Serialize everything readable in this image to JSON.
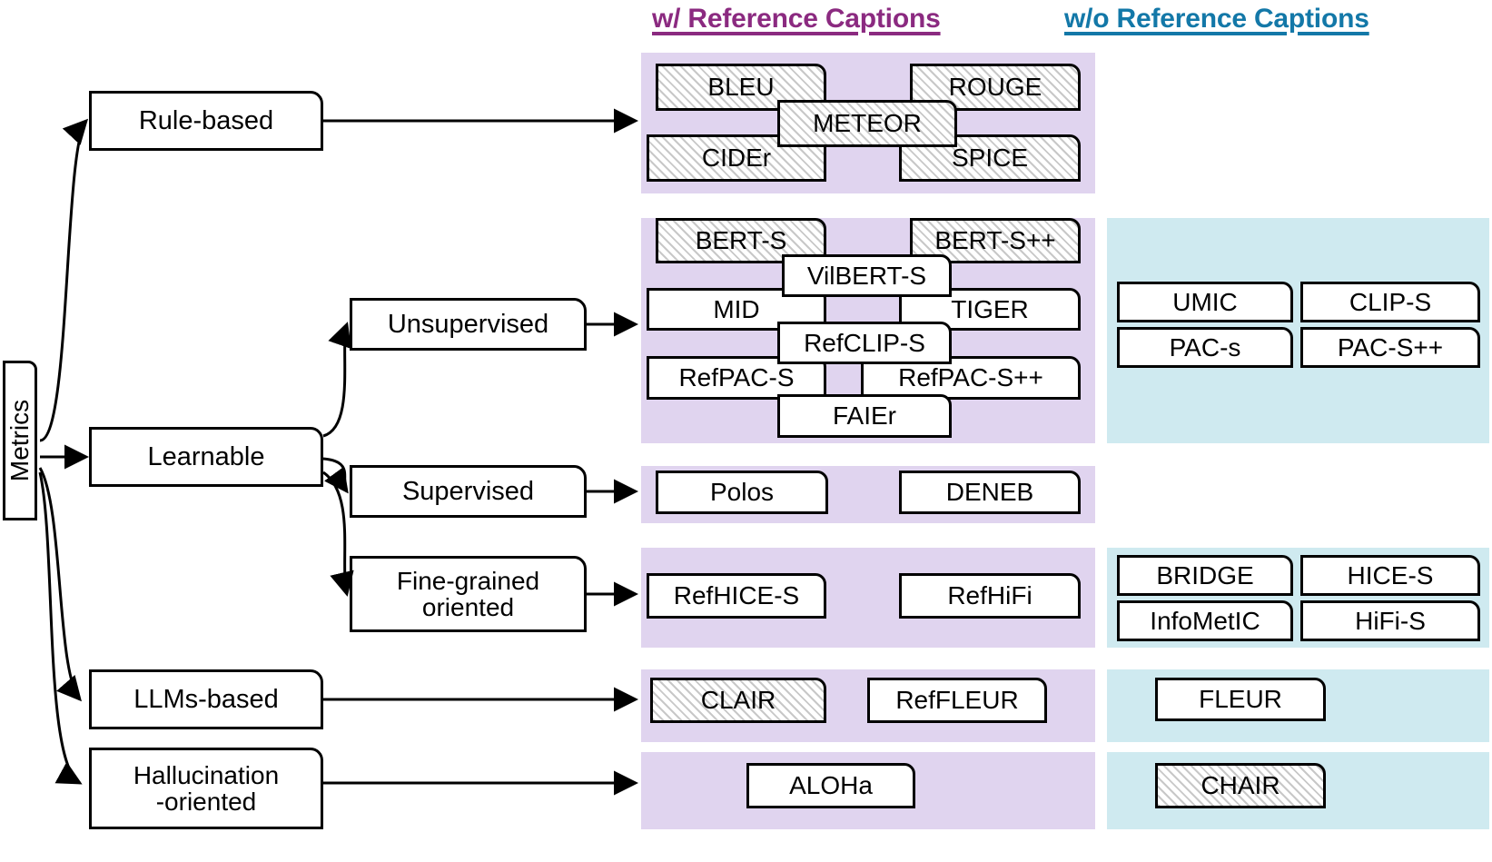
{
  "headers": {
    "with_ref": "w/ Reference Captions",
    "without_ref": "w/o Reference Captions",
    "with_ref_color": "#8b2a80",
    "without_ref_color": "#1378a8"
  },
  "root": {
    "label": "Metrics"
  },
  "categories": [
    {
      "label": "Rule-based"
    },
    {
      "label": "Learnable"
    },
    {
      "label": "LLMs-based"
    },
    {
      "label": "Hallucination\n-oriented",
      "line1": "Hallucination",
      "line2": "-oriented"
    }
  ],
  "subcategories": [
    {
      "label": "Unsupervised"
    },
    {
      "label": "Supervised"
    },
    {
      "label": "Fine-grained\noriented",
      "line1": "Fine-grained",
      "line2": "oriented"
    }
  ],
  "rows": [
    {
      "name": "rule-based",
      "with_ref": [
        {
          "label": "BLEU",
          "hatched": true
        },
        {
          "label": "ROUGE",
          "hatched": true
        },
        {
          "label": "METEOR",
          "hatched": true
        },
        {
          "label": "CIDEr",
          "hatched": true
        },
        {
          "label": "SPICE",
          "hatched": true
        }
      ],
      "without_ref": []
    },
    {
      "name": "unsupervised",
      "with_ref": [
        {
          "label": "BERT-S",
          "hatched": true
        },
        {
          "label": "BERT-S++",
          "hatched": true
        },
        {
          "label": "VilBERT-S",
          "hatched": false
        },
        {
          "label": "MID",
          "hatched": false
        },
        {
          "label": "TIGER",
          "hatched": false
        },
        {
          "label": "RefCLIP-S",
          "hatched": false
        },
        {
          "label": "RefPAC-S",
          "hatched": false
        },
        {
          "label": "RefPAC-S++",
          "hatched": false
        },
        {
          "label": "FAIEr",
          "hatched": false
        }
      ],
      "without_ref": [
        {
          "label": "UMIC",
          "hatched": false
        },
        {
          "label": "CLIP-S",
          "hatched": false
        },
        {
          "label": "PAC-s",
          "hatched": false
        },
        {
          "label": "PAC-S++",
          "hatched": false
        }
      ]
    },
    {
      "name": "supervised",
      "with_ref": [
        {
          "label": "Polos",
          "hatched": false
        },
        {
          "label": "DENEB",
          "hatched": false
        }
      ],
      "without_ref": []
    },
    {
      "name": "fine-grained-oriented",
      "with_ref": [
        {
          "label": "RefHICE-S",
          "hatched": false
        },
        {
          "label": "RefHiFi",
          "hatched": false
        }
      ],
      "without_ref": [
        {
          "label": "BRIDGE",
          "hatched": false
        },
        {
          "label": "HICE-S",
          "hatched": false
        },
        {
          "label": "InfoMetIC",
          "hatched": false
        },
        {
          "label": "HiFi-S",
          "hatched": false
        }
      ]
    },
    {
      "name": "llms-based",
      "with_ref": [
        {
          "label": "CLAIR",
          "hatched": true
        },
        {
          "label": "RefFLEUR",
          "hatched": false
        }
      ],
      "without_ref": [
        {
          "label": "FLEUR",
          "hatched": false
        }
      ]
    },
    {
      "name": "hallucination-oriented",
      "with_ref": [
        {
          "label": "ALOHa",
          "hatched": false
        }
      ],
      "without_ref": [
        {
          "label": "CHAIR",
          "hatched": true
        }
      ]
    }
  ],
  "colors": {
    "band_with_ref": "#e0d4ef",
    "band_without_ref": "#cfeaf0",
    "stroke": "#000000",
    "hatch": "#c8c8c8"
  }
}
